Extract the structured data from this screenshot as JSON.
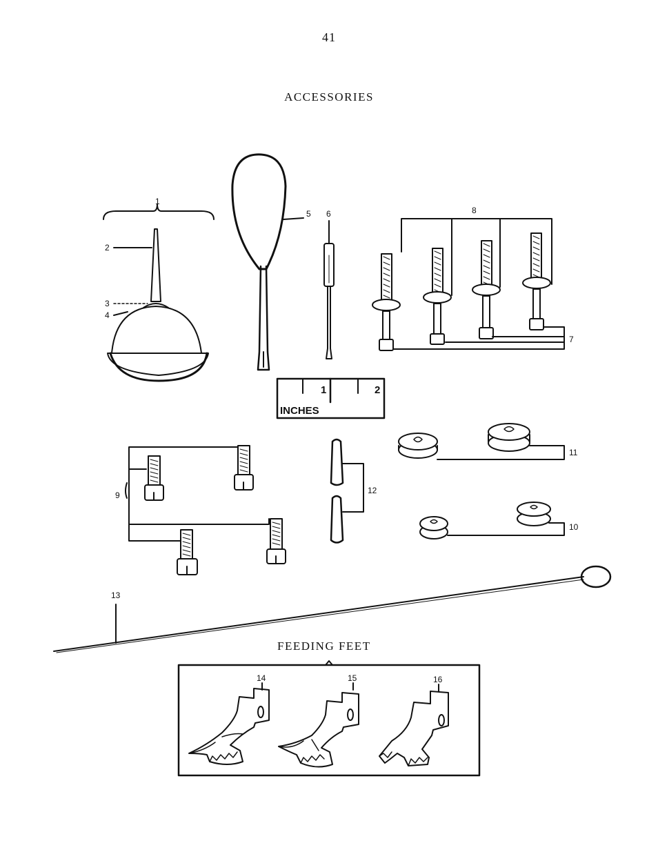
{
  "page": {
    "number": "41",
    "title": "ACCESSORIES",
    "section_title": "FEEDING FEET"
  },
  "ruler": {
    "unit_label": "INCHES",
    "tick_1": "1",
    "tick_2": "2"
  },
  "callouts": {
    "c1": "1",
    "c2": "2",
    "c3": "3",
    "c4": "4",
    "c5": "5",
    "c6": "6",
    "c7": "7",
    "c8": "8",
    "c9": "9",
    "c10": "10",
    "c11": "11",
    "c12": "12",
    "c13": "13",
    "c14": "14",
    "c15": "15",
    "c16": "16"
  },
  "colors": {
    "ink": "#111111",
    "paper": "#ffffff"
  }
}
